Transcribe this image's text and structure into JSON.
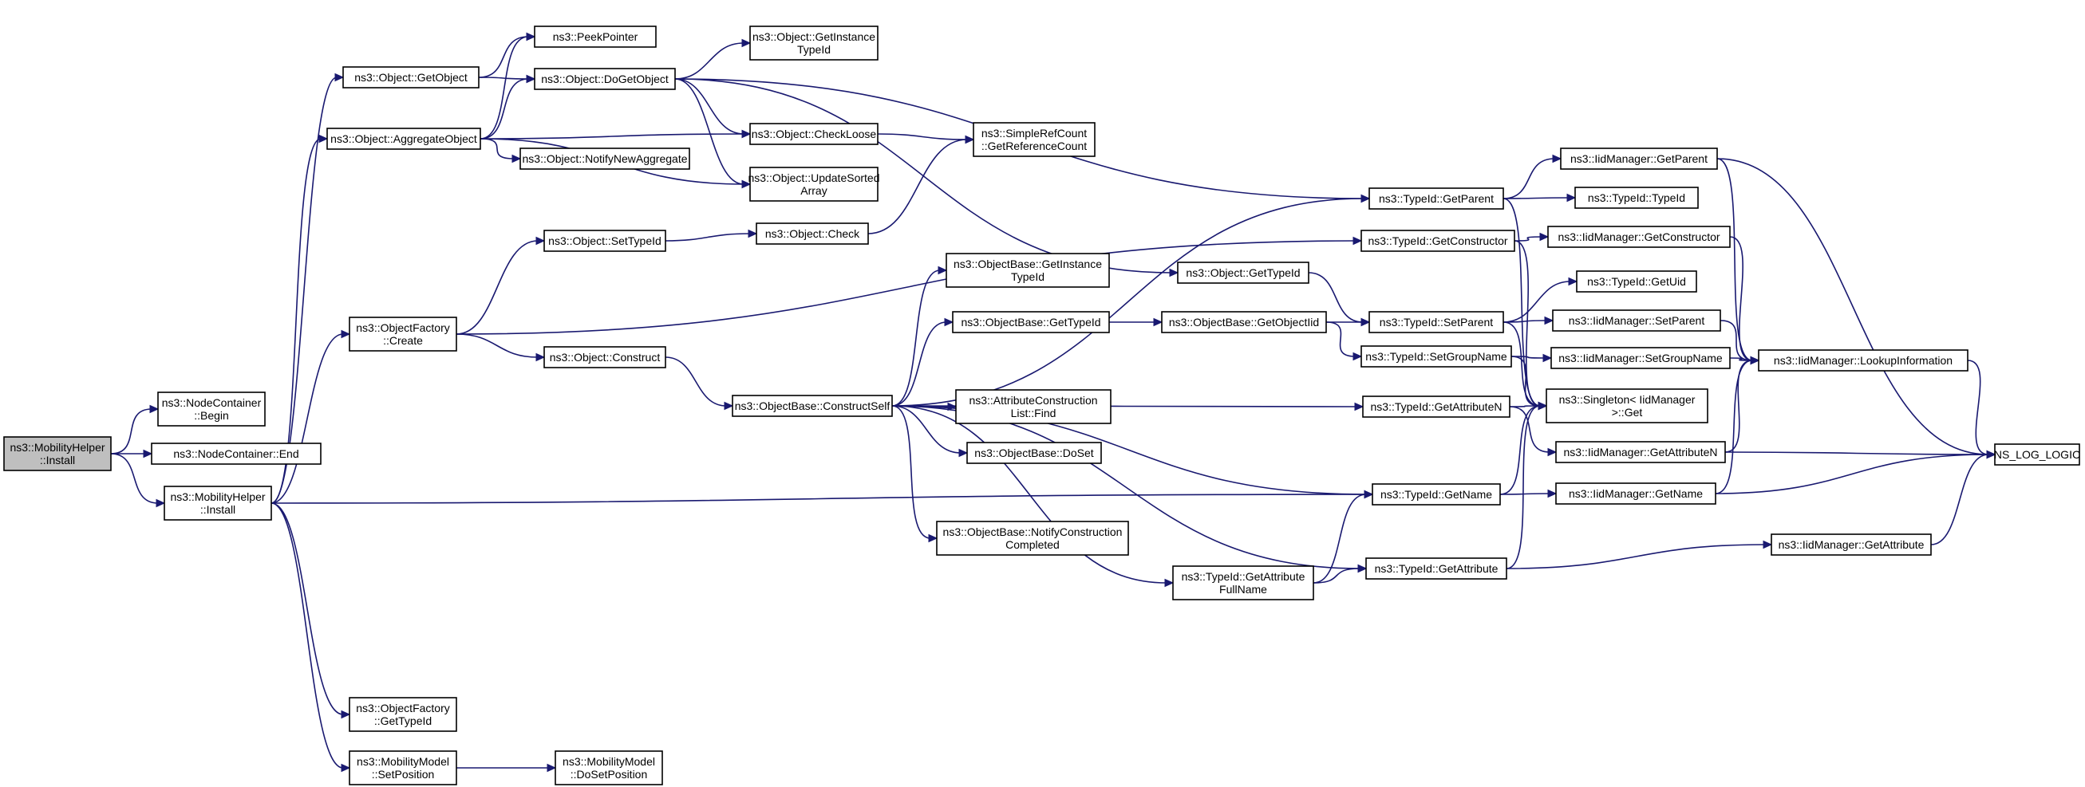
{
  "graph": {
    "edge_color": "#191970",
    "root_fill": "#bfbfbf",
    "node_fill": "#ffffff",
    "nodes": [
      {
        "id": "mh_install_root",
        "lines": [
          "ns3::MobilityHelper",
          "::Install"
        ],
        "root": true
      },
      {
        "id": "nc_begin",
        "lines": [
          "ns3::NodeContainer",
          "::Begin"
        ]
      },
      {
        "id": "nc_end",
        "lines": [
          "ns3::NodeContainer::End"
        ]
      },
      {
        "id": "mh_install",
        "lines": [
          "ns3::MobilityHelper",
          "::Install"
        ]
      },
      {
        "id": "obj_getobject",
        "lines": [
          "ns3::Object::GetObject"
        ]
      },
      {
        "id": "obj_aggregate",
        "lines": [
          "ns3::Object::AggregateObject"
        ]
      },
      {
        "id": "of_create",
        "lines": [
          "ns3::ObjectFactory",
          "::Create"
        ]
      },
      {
        "id": "of_gettypeid",
        "lines": [
          "ns3::ObjectFactory",
          "::GetTypeId"
        ]
      },
      {
        "id": "mm_setposition",
        "lines": [
          "ns3::MobilityModel",
          "::SetPosition"
        ]
      },
      {
        "id": "peekpointer",
        "lines": [
          "ns3::PeekPointer"
        ]
      },
      {
        "id": "obj_dogetobject",
        "lines": [
          "ns3::Object::DoGetObject"
        ]
      },
      {
        "id": "obj_notifynewagg",
        "lines": [
          "ns3::Object::NotifyNewAggregate"
        ]
      },
      {
        "id": "obj_settypeid",
        "lines": [
          "ns3::Object::SetTypeId"
        ]
      },
      {
        "id": "obj_construct",
        "lines": [
          "ns3::Object::Construct"
        ]
      },
      {
        "id": "mm_dosetposition",
        "lines": [
          "ns3::MobilityModel",
          "::DoSetPosition"
        ]
      },
      {
        "id": "obj_getinstancetypeid",
        "lines": [
          "ns3::Object::GetInstance",
          "TypeId"
        ]
      },
      {
        "id": "obj_checkloose",
        "lines": [
          "ns3::Object::CheckLoose"
        ]
      },
      {
        "id": "obj_updatesorted",
        "lines": [
          "ns3::Object::UpdateSorted",
          "Array"
        ]
      },
      {
        "id": "obj_check",
        "lines": [
          "ns3::Object::Check"
        ]
      },
      {
        "id": "ob_constructself",
        "lines": [
          "ns3::ObjectBase::ConstructSelf"
        ]
      },
      {
        "id": "src_getrefcount",
        "lines": [
          "ns3::SimpleRefCount",
          "::GetReferenceCount"
        ]
      },
      {
        "id": "ob_getinstancetypeid",
        "lines": [
          "ns3::ObjectBase::GetInstance",
          "TypeId"
        ]
      },
      {
        "id": "ob_gettypeid",
        "lines": [
          "ns3::ObjectBase::GetTypeId"
        ]
      },
      {
        "id": "acl_find",
        "lines": [
          "ns3::AttributeConstruction",
          "List::Find"
        ]
      },
      {
        "id": "ob_doset",
        "lines": [
          "ns3::ObjectBase::DoSet"
        ]
      },
      {
        "id": "ob_notifyconstruction",
        "lines": [
          "ns3::ObjectBase::NotifyConstruction",
          "Completed"
        ]
      },
      {
        "id": "obj_gettypeid",
        "lines": [
          "ns3::Object::GetTypeId"
        ]
      },
      {
        "id": "ob_getobjectiid",
        "lines": [
          "ns3::ObjectBase::GetObjectIid"
        ]
      },
      {
        "id": "tid_getattrfullname",
        "lines": [
          "ns3::TypeId::GetAttribute",
          "FullName"
        ]
      },
      {
        "id": "tid_getparent",
        "lines": [
          "ns3::TypeId::GetParent"
        ]
      },
      {
        "id": "tid_getconstructor",
        "lines": [
          "ns3::TypeId::GetConstructor"
        ]
      },
      {
        "id": "tid_setparent",
        "lines": [
          "ns3::TypeId::SetParent"
        ]
      },
      {
        "id": "tid_setgroupname",
        "lines": [
          "ns3::TypeId::SetGroupName"
        ]
      },
      {
        "id": "tid_getattributen",
        "lines": [
          "ns3::TypeId::GetAttributeN"
        ]
      },
      {
        "id": "tid_getname",
        "lines": [
          "ns3::TypeId::GetName"
        ]
      },
      {
        "id": "tid_getattribute",
        "lines": [
          "ns3::TypeId::GetAttribute"
        ]
      },
      {
        "id": "iid_getparent",
        "lines": [
          "ns3::IidManager::GetParent"
        ]
      },
      {
        "id": "tid_typeid",
        "lines": [
          "ns3::TypeId::TypeId"
        ]
      },
      {
        "id": "iid_getconstructor",
        "lines": [
          "ns3::IidManager::GetConstructor"
        ]
      },
      {
        "id": "tid_getuid",
        "lines": [
          "ns3::TypeId::GetUid"
        ]
      },
      {
        "id": "iid_setparent",
        "lines": [
          "ns3::IidManager::SetParent"
        ]
      },
      {
        "id": "iid_setgroupname",
        "lines": [
          "ns3::IidManager::SetGroupName"
        ]
      },
      {
        "id": "singleton_get",
        "lines": [
          "ns3::Singleton< IidManager",
          ">::Get"
        ]
      },
      {
        "id": "iid_getattributen",
        "lines": [
          "ns3::IidManager::GetAttributeN"
        ]
      },
      {
        "id": "iid_getname",
        "lines": [
          "ns3::IidManager::GetName"
        ]
      },
      {
        "id": "iid_getattribute",
        "lines": [
          "ns3::IidManager::GetAttribute"
        ]
      },
      {
        "id": "iid_lookupinfo",
        "lines": [
          "ns3::IidManager::LookupInformation"
        ]
      },
      {
        "id": "ns_log_logic",
        "lines": [
          "NS_LOG_LOGIC"
        ]
      }
    ],
    "edges": [
      [
        "mh_install_root",
        "nc_begin"
      ],
      [
        "mh_install_root",
        "nc_end"
      ],
      [
        "mh_install_root",
        "mh_install"
      ],
      [
        "mh_install",
        "obj_getobject"
      ],
      [
        "mh_install",
        "obj_aggregate"
      ],
      [
        "mh_install",
        "of_create"
      ],
      [
        "mh_install",
        "of_gettypeid"
      ],
      [
        "mh_install",
        "mm_setposition"
      ],
      [
        "mh_install",
        "tid_getname"
      ],
      [
        "obj_getobject",
        "peekpointer"
      ],
      [
        "obj_getobject",
        "obj_dogetobject"
      ],
      [
        "obj_aggregate",
        "peekpointer"
      ],
      [
        "obj_aggregate",
        "obj_dogetobject"
      ],
      [
        "obj_aggregate",
        "obj_checkloose"
      ],
      [
        "obj_aggregate",
        "obj_notifynewagg"
      ],
      [
        "obj_aggregate",
        "obj_updatesorted"
      ],
      [
        "obj_dogetobject",
        "obj_getinstancetypeid"
      ],
      [
        "obj_dogetobject",
        "obj_checkloose"
      ],
      [
        "obj_dogetobject",
        "obj_updatesorted"
      ],
      [
        "obj_dogetobject",
        "obj_gettypeid"
      ],
      [
        "obj_dogetobject",
        "tid_getparent"
      ],
      [
        "obj_checkloose",
        "src_getrefcount"
      ],
      [
        "obj_check",
        "src_getrefcount"
      ],
      [
        "of_create",
        "obj_settypeid"
      ],
      [
        "of_create",
        "obj_construct"
      ],
      [
        "of_create",
        "tid_getconstructor"
      ],
      [
        "obj_settypeid",
        "obj_check"
      ],
      [
        "obj_construct",
        "ob_constructself"
      ],
      [
        "mm_setposition",
        "mm_dosetposition"
      ],
      [
        "ob_constructself",
        "ob_getinstancetypeid"
      ],
      [
        "ob_constructself",
        "ob_gettypeid"
      ],
      [
        "ob_constructself",
        "acl_find"
      ],
      [
        "ob_constructself",
        "ob_doset"
      ],
      [
        "ob_constructself",
        "ob_notifyconstruction"
      ],
      [
        "ob_constructself",
        "tid_getparent"
      ],
      [
        "ob_constructself",
        "tid_getattributen"
      ],
      [
        "ob_constructself",
        "tid_getname"
      ],
      [
        "ob_constructself",
        "tid_getattrfullname"
      ],
      [
        "ob_constructself",
        "tid_getattribute"
      ],
      [
        "ob_gettypeid",
        "ob_getobjectiid"
      ],
      [
        "obj_gettypeid",
        "tid_setparent"
      ],
      [
        "ob_getobjectiid",
        "tid_setparent"
      ],
      [
        "ob_getobjectiid",
        "tid_setgroupname"
      ],
      [
        "tid_getattrfullname",
        "tid_getname"
      ],
      [
        "tid_getattrfullname",
        "tid_getattribute"
      ],
      [
        "tid_getparent",
        "iid_getparent"
      ],
      [
        "tid_getparent",
        "tid_typeid"
      ],
      [
        "tid_getparent",
        "singleton_get"
      ],
      [
        "tid_getconstructor",
        "iid_getconstructor"
      ],
      [
        "tid_getconstructor",
        "singleton_get"
      ],
      [
        "tid_setparent",
        "tid_getuid"
      ],
      [
        "tid_setparent",
        "iid_setparent"
      ],
      [
        "tid_setparent",
        "singleton_get"
      ],
      [
        "tid_setgroupname",
        "iid_setgroupname"
      ],
      [
        "tid_setgroupname",
        "singleton_get"
      ],
      [
        "tid_getattributen",
        "singleton_get"
      ],
      [
        "tid_getattributen",
        "iid_getattributen"
      ],
      [
        "tid_getname",
        "singleton_get"
      ],
      [
        "tid_getname",
        "iid_getname"
      ],
      [
        "tid_getattribute",
        "singleton_get"
      ],
      [
        "tid_getattribute",
        "iid_getattribute"
      ],
      [
        "iid_getparent",
        "iid_lookupinfo"
      ],
      [
        "iid_getparent",
        "ns_log_logic"
      ],
      [
        "iid_getconstructor",
        "iid_lookupinfo"
      ],
      [
        "iid_setparent",
        "iid_lookupinfo"
      ],
      [
        "iid_setgroupname",
        "iid_lookupinfo"
      ],
      [
        "iid_getattributen",
        "iid_lookupinfo"
      ],
      [
        "iid_getattributen",
        "ns_log_logic"
      ],
      [
        "iid_getname",
        "iid_lookupinfo"
      ],
      [
        "iid_getname",
        "ns_log_logic"
      ],
      [
        "iid_getattribute",
        "ns_log_logic"
      ],
      [
        "iid_lookupinfo",
        "ns_log_logic"
      ]
    ]
  }
}
